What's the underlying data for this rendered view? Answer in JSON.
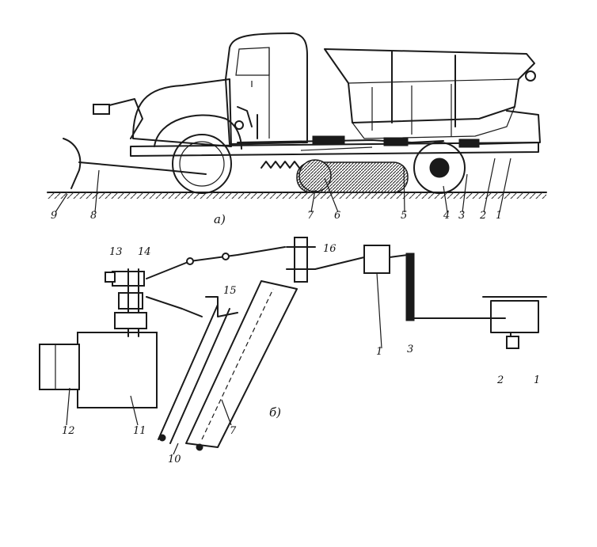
{
  "captions": {
    "view_a": "а)",
    "view_b": "б)"
  },
  "labels_a": [
    "9",
    "8",
    "7",
    "6",
    "5",
    "4",
    "3",
    "2",
    "1"
  ],
  "labels_b": [
    "13",
    "14",
    "16",
    "15",
    "1",
    "3",
    "2",
    "1",
    "12",
    "11",
    "10",
    "7"
  ]
}
